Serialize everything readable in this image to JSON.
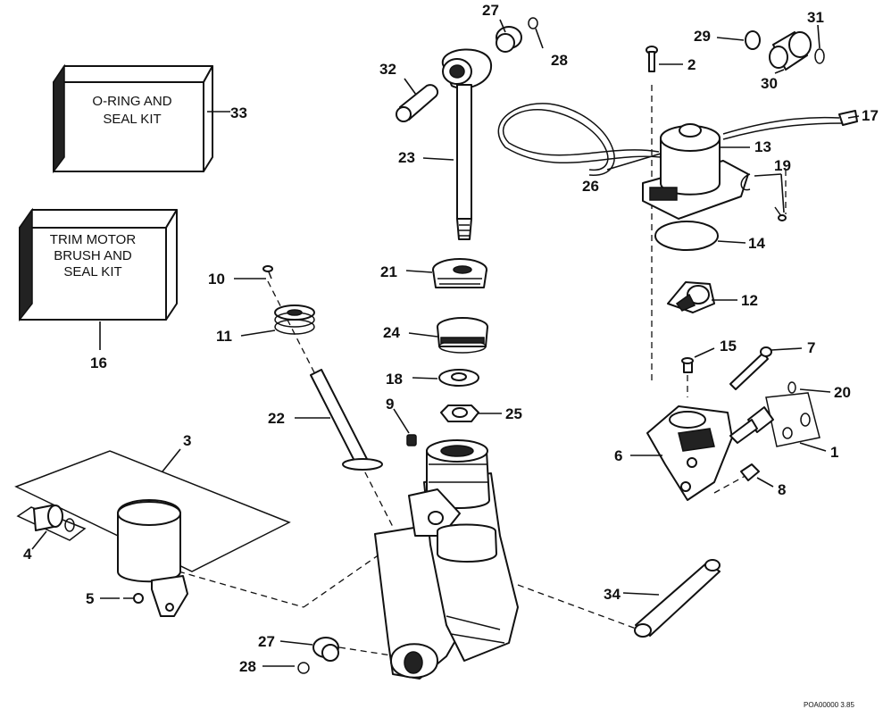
{
  "kits": {
    "seal_kit": {
      "line1": "O-RING AND",
      "line2": "SEAL KIT",
      "number": "33"
    },
    "trim_kit": {
      "line1": "TRIM MOTOR",
      "line2": "BRUSH AND",
      "line3": "SEAL KIT",
      "number": "16"
    }
  },
  "callouts": [
    {
      "id": "c27a",
      "text": "27"
    },
    {
      "id": "c28a",
      "text": "28"
    },
    {
      "id": "c31",
      "text": "31"
    },
    {
      "id": "c29",
      "text": "29"
    },
    {
      "id": "c2",
      "text": "2"
    },
    {
      "id": "c30",
      "text": "30"
    },
    {
      "id": "c32",
      "text": "32"
    },
    {
      "id": "c17",
      "text": "17"
    },
    {
      "id": "c13",
      "text": "13"
    },
    {
      "id": "c23",
      "text": "23"
    },
    {
      "id": "c19",
      "text": "19"
    },
    {
      "id": "c26",
      "text": "26"
    },
    {
      "id": "c14",
      "text": "14"
    },
    {
      "id": "c10",
      "text": "10"
    },
    {
      "id": "c21",
      "text": "21"
    },
    {
      "id": "c12",
      "text": "12"
    },
    {
      "id": "c11",
      "text": "11"
    },
    {
      "id": "c24",
      "text": "24"
    },
    {
      "id": "c15",
      "text": "15"
    },
    {
      "id": "c7",
      "text": "7"
    },
    {
      "id": "c18",
      "text": "18"
    },
    {
      "id": "c20",
      "text": "20"
    },
    {
      "id": "c9",
      "text": "9"
    },
    {
      "id": "c22",
      "text": "22"
    },
    {
      "id": "c25",
      "text": "25"
    },
    {
      "id": "c3",
      "text": "3"
    },
    {
      "id": "c1",
      "text": "1"
    },
    {
      "id": "c6",
      "text": "6"
    },
    {
      "id": "c8",
      "text": "8"
    },
    {
      "id": "c4",
      "text": "4"
    },
    {
      "id": "c5",
      "text": "5"
    },
    {
      "id": "c34",
      "text": "34"
    },
    {
      "id": "c27b",
      "text": "27"
    },
    {
      "id": "c28b",
      "text": "28"
    }
  ],
  "footer_code": "POA00000 3.85"
}
